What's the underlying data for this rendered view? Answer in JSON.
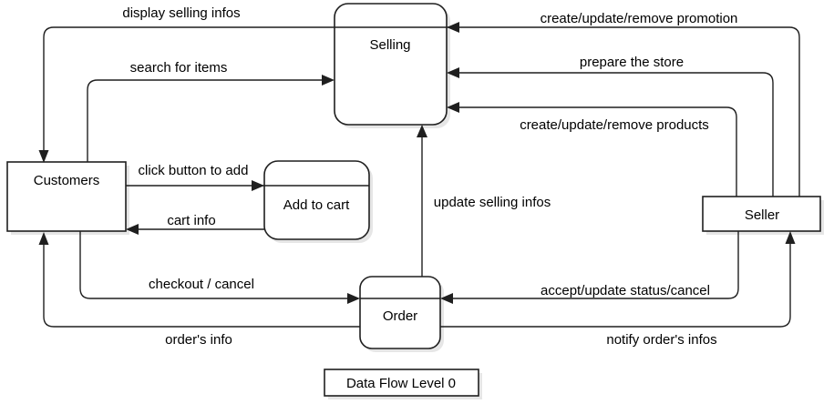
{
  "diagram": {
    "title": "Data Flow Level 0",
    "colors": {
      "background": "#ffffff",
      "stroke": "#1f1f1f",
      "node_fill": "#ffffff",
      "shadow": "#e6e6e6",
      "text": "#000000"
    },
    "nodes": {
      "selling": {
        "label": "Selling",
        "shape": "rounded-rect"
      },
      "customers": {
        "label": "Customers",
        "shape": "rect"
      },
      "add_to_cart": {
        "label": "Add to cart",
        "shape": "rounded-rect"
      },
      "order": {
        "label": "Order",
        "shape": "rounded-rect"
      },
      "seller": {
        "label": "Seller",
        "shape": "rect"
      }
    },
    "flows": {
      "display_selling_infos": {
        "label": "display selling infos",
        "from": "Selling",
        "to": "Customers"
      },
      "search_for_items": {
        "label": "search for items",
        "from": "Customers",
        "to": "Selling"
      },
      "create_update_remove_promotion": {
        "label": "create/update/remove promotion",
        "from": "Seller",
        "to": "Selling"
      },
      "prepare_the_store": {
        "label": "prepare the store",
        "from": "Seller",
        "to": "Selling"
      },
      "create_update_remove_products": {
        "label": "create/update/remove products",
        "from": "Seller",
        "to": "Selling"
      },
      "click_button_to_add": {
        "label": "click button to add",
        "from": "Customers",
        "to": "Add to cart"
      },
      "cart_info": {
        "label": "cart info",
        "from": "Add to cart",
        "to": "Customers"
      },
      "update_selling_infos": {
        "label": "update selling infos",
        "from": "Order",
        "to": "Selling"
      },
      "checkout_cancel": {
        "label": "checkout / cancel",
        "from": "Customers",
        "to": "Order"
      },
      "accept_update_status_cancel": {
        "label": "accept/update status/cancel",
        "from": "Seller",
        "to": "Order"
      },
      "orders_info": {
        "label": "order's info",
        "from": "Order",
        "to": "Customers"
      },
      "notify_orders_infos": {
        "label": "notify order's infos",
        "from": "Order",
        "to": "Seller"
      }
    }
  }
}
